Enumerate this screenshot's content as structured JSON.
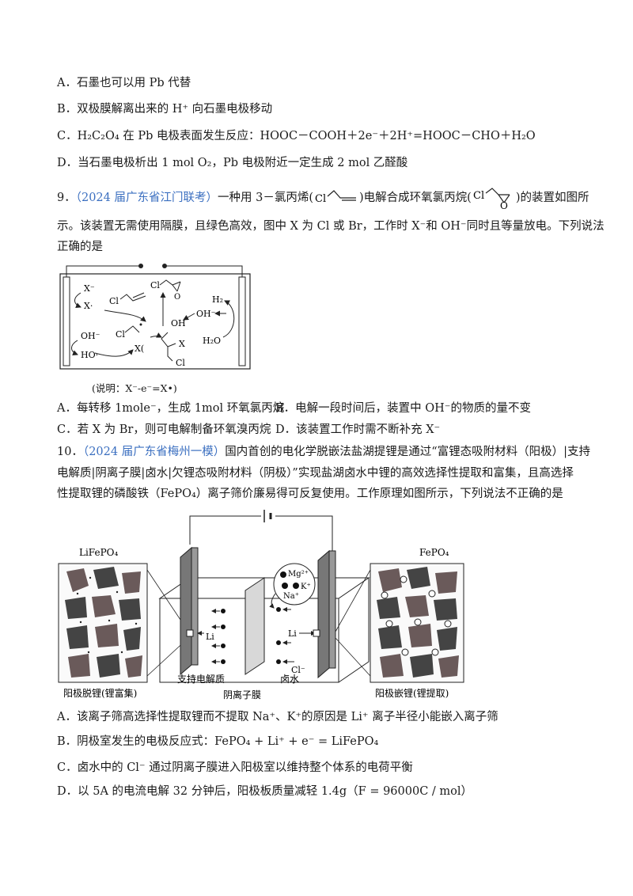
{
  "q8": {
    "optA": "A．石墨也可以用 Pb 代替",
    "optB": "B．双极膜解离出来的 H⁺ 向石墨电极移动",
    "optC": "C．H₂C₂O₄ 在 Pb 电极表面发生反应：HOOC－COOH＋2e⁻＋2H⁺=HOOC－CHO＋H₂O",
    "optD": "D．当石墨电极析出 1 mol O₂，Pb 电极附近一定生成 2 mol 乙醛酸"
  },
  "q9": {
    "num": "9．",
    "source": "（2024 届广东省江门联考）",
    "stem1_a": "一种用 3－氯丙烯(",
    "stem1_b": ")电解合成环氧氯丙烷(",
    "stem1_c": ")的装置如图所",
    "stem2": "示。该装置无需使用隔膜，且绿色高效，图中 X 为 Cl 或 Br，工作时 X⁻和 OH⁻同时且等量放电。下列说法",
    "stem3": "正确的是",
    "note": "(说明：X⁻-e⁻=X•)",
    "labels": {
      "xminus": "X⁻",
      "xdot": "X·",
      "ohminus": "OH⁻",
      "hodot": "HO·",
      "h2": "H₂",
      "oh": "OH⁻",
      "h2o": "H₂O",
      "cl": "Cl",
      "o": "O",
      "x_sub": "X",
      "x_paren": "X(",
      "oh_group": "OH"
    },
    "optA": "A．每转移 1mole⁻，生成 1mol 环氧氯丙烷",
    "optB": "B．电解一段时间后，装置中 OH⁻的物质的量不变",
    "optC": "C．若 X 为 Br，则可电解制备环氧溴丙烷",
    "optD": "D．该装置工作时需不断补充 X⁻"
  },
  "q10": {
    "num": "10．",
    "source": "（2024 届广东省梅州一模）",
    "stem1": "国内首创的电化学脱嵌法盐湖提锂是通过“富锂态吸附材料（阳极）|支持",
    "stem2": "电解质|阴离子膜|卤水|欠锂态吸附材料（阴极）”实现盐湖卤水中锂的高效选择性提取和富集，且高选择",
    "stem3": "性提取锂的磷酸铁（FePO₄）离子筛价廉易得可反复使用。工作原理如图所示，下列说法不正确的是",
    "fig": {
      "left_title": "LiFePO₄",
      "right_title": "FePO₄",
      "left_caption": "阳极脱锂(锂富集)",
      "right_caption": "阳极嵌锂(锂提取)",
      "support": "支持电解质",
      "brine": "卤水",
      "membrane": "阴离子膜",
      "li_left": "Li",
      "li_right": "Li",
      "cl": "Cl⁻",
      "mg": "Mg²⁺",
      "k": "K⁺",
      "na": "Na⁺"
    },
    "optA": "A．该离子筛高选择性提取锂而不提取 Na⁺、K⁺的原因是 Li⁺ 离子半径小能嵌入离子筛",
    "optB": "B．阴极室发生的电极反应式：FePO₄ + Li⁺ + e⁻ = LiFePO₄",
    "optC": "C．卤水中的 Cl⁻ 通过阴离子膜进入阳极室以维持整个体系的电荷平衡",
    "optD": "D．以 5A 的电流电解 32 分钟后，阳极板质量减轻 1.4g（F = 96000C / mol）"
  }
}
